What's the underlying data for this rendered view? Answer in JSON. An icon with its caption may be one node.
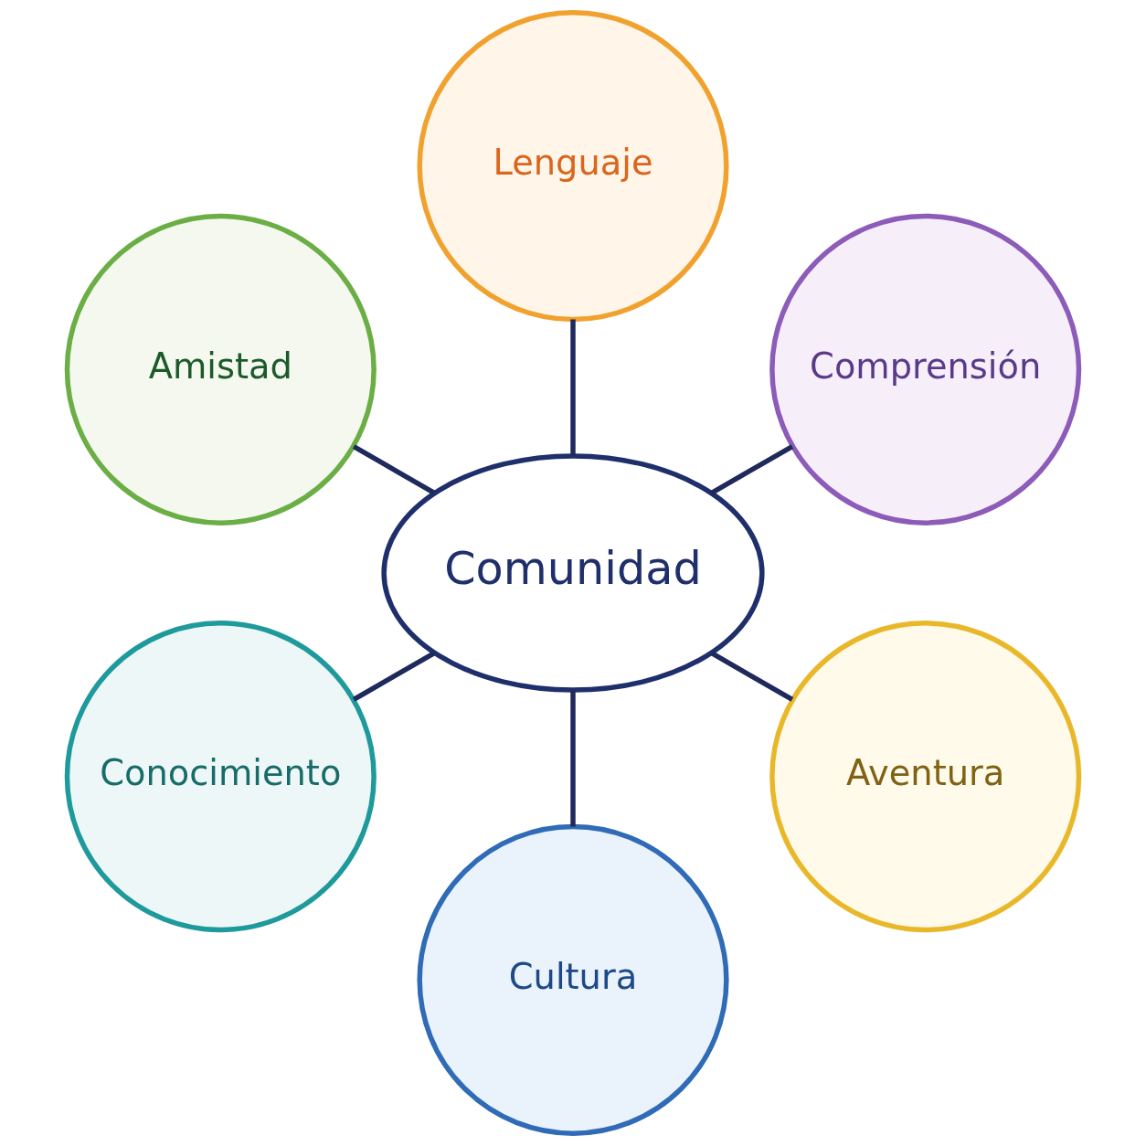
{
  "diagram": {
    "nodes": [
      {
        "text": [
          "Amistad"
        ]
      },
      {
        "text": [
          "Lenguaje"
        ]
      },
      {
        "text": [
          "Comunidad"
        ]
      },
      {
        "text": [
          "Comprensión"
        ]
      },
      {
        "text": [
          "Conocimiento"
        ]
      },
      {
        "text": [
          "Cultura"
        ]
      },
      {
        "text": [
          "Aventura"
        ]
      }
    ],
    "edges": [
      {
        "from": 2,
        "to": 0,
        "arrow": "none"
      },
      {
        "from": 2,
        "to": 1,
        "arrow": "none"
      },
      {
        "from": 2,
        "to": 3,
        "arrow": "none"
      },
      {
        "from": 2,
        "to": 6,
        "arrow": "none"
      },
      {
        "from": 2,
        "to": 5,
        "arrow": "none"
      },
      {
        "from": 2,
        "to": 4,
        "arrow": "none"
      }
    ]
  }
}
